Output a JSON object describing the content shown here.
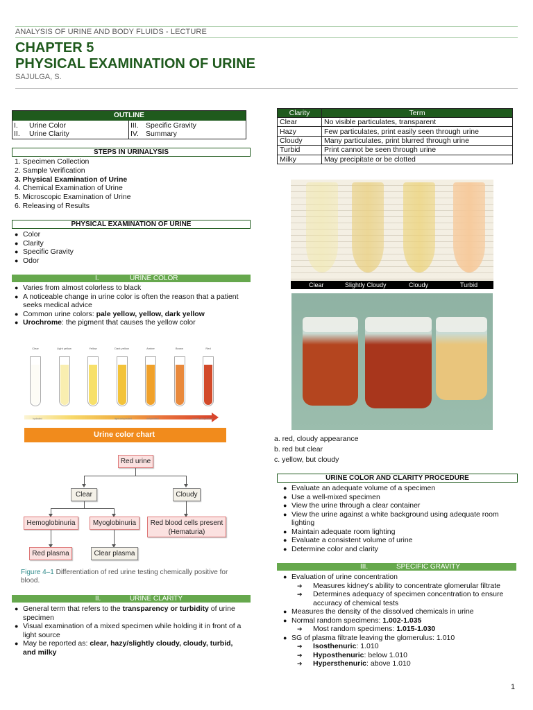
{
  "header": {
    "course": "ANALYSIS OF URINE AND BODY FLUIDS - LECTURE",
    "chapter": "CHAPTER 5",
    "title": "PHYSICAL EXAMINATION OF URINE",
    "author": "SAJULGA, S."
  },
  "outline": {
    "heading": "OUTLINE",
    "left": [
      {
        "num": "I.",
        "label": "Urine Color"
      },
      {
        "num": "II.",
        "label": "Urine Clarity"
      }
    ],
    "right": [
      {
        "num": "III.",
        "label": "Specific Gravity"
      },
      {
        "num": "IV.",
        "label": "Summary"
      }
    ]
  },
  "steps": {
    "heading": "STEPS IN URINALYSIS",
    "items": [
      "1. Specimen Collection",
      "2. Sample Verification",
      "3. Physical Examination of Urine",
      "4. Chemical Examination of Urine",
      "5. Microscopic Examination of Urine",
      "6. Releasing of Results"
    ]
  },
  "physical": {
    "heading": "PHYSICAL EXAMINATION OF URINE",
    "items": [
      "Color",
      "Clarity",
      "Specific Gravity",
      "Odor"
    ]
  },
  "urine_color": {
    "num": "I.",
    "heading": "URINE COLOR",
    "b1": "Varies from almost colorless to black",
    "b2": "A noticeable change in urine color is often the reason that a patient seeks medical advice",
    "b3_pre": "Common urine colors: ",
    "b3_bold": "pale yellow, yellow, dark yellow",
    "b4_bold": "Urochrome",
    "b4_post": ": the pigment that causes the yellow color"
  },
  "color_chart": {
    "banner": "Urine color chart",
    "tubes": [
      {
        "label": "Clear",
        "color": "#fdfcf6"
      },
      {
        "label": "Light yellow",
        "color": "#f9eeb0"
      },
      {
        "label": "Yellow",
        "color": "#f7e06a"
      },
      {
        "label": "Dark yellow",
        "color": "#f3c33a"
      },
      {
        "label": "Amber",
        "color": "#f0a12a"
      },
      {
        "label": "Brown",
        "color": "#e9893b"
      },
      {
        "label": "Red",
        "color": "#d24a2a"
      }
    ],
    "gradient_labels": [
      "hydrated",
      "light dehydrated",
      "dehydrated",
      "severe dehydration"
    ]
  },
  "flowchart": {
    "red_urine": "Red urine",
    "clear": "Clear",
    "cloudy": "Cloudy",
    "hemoglobinuria": "Hemoglobinuria",
    "myoglobinuria": "Myoglobinuria",
    "rbc_present": "Red blood cells present",
    "hematuria": "(Hematuria)",
    "red_plasma": "Red plasma",
    "clear_plasma": "Clear plasma",
    "fig_label": "Figure 4–1",
    "fig_caption": "Differentiation of red urine testing chemically positive for blood."
  },
  "urine_clarity": {
    "num": "II.",
    "heading": "URINE CLARITY",
    "b1_pre": "General term that refers to the ",
    "b1_bold": "transparency or turbidity",
    "b1_post": " of urine specimen",
    "b2": "Visual examination of a mixed specimen while holding it in front of a light source",
    "b3_pre": "May be reported as: ",
    "b3_bold": "clear, hazy/slightly cloudy, cloudy, turbid, and milky"
  },
  "clarity_table": {
    "headers": [
      "Clarity",
      "Term"
    ],
    "rows": [
      [
        "Clear",
        "No visible particulates, transparent"
      ],
      [
        "Hazy",
        "Few particulates, print easily seen through urine"
      ],
      [
        "Cloudy",
        "Many particulates, print blurred through urine"
      ],
      [
        "Turbid",
        "Print cannot be seen through urine"
      ],
      [
        "Milky",
        "May precipitate or be clotted"
      ]
    ]
  },
  "clarity_photo": {
    "labels": [
      "Clear",
      "Slightly Cloudy",
      "Cloudy",
      "Turbid"
    ],
    "tube_colors": [
      "#f2e7a6",
      "#e9cf7e",
      "#ecd277",
      "#f6c99a"
    ]
  },
  "cups_photo": {
    "cup_colors": [
      "#b4451f",
      "#a8361c",
      "#e9c57c"
    ]
  },
  "abc_list": [
    "a. red, cloudy appearance",
    "b. red but clear",
    "c. yellow, but cloudy"
  ],
  "procedure": {
    "heading": "URINE COLOR AND CLARITY PROCEDURE",
    "items": [
      "Evaluate an adequate volume of a specimen",
      "Use a well-mixed specimen",
      "View the urine through a clear container",
      "View the urine against a white background using adequate room lighting",
      "Maintain adequate room lighting",
      "Evaluate a consistent volume of urine",
      "Determine color and clarity"
    ]
  },
  "specific_gravity": {
    "num": "III.",
    "heading": "SPECIFIC GRAVITY",
    "b1": "Evaluation of urine concentration",
    "b1a": "Measures kidney’s ability to concentrate glomerular filtrate",
    "b1b": "Determines adequacy of specimen concentration to ensure accuracy of chemical tests",
    "b2": "Measures the density of the dissolved chemicals in urine",
    "b3_pre": "Normal random specimens: ",
    "b3_bold": "1.002-1.035",
    "b3a_pre": "Most random specimens: ",
    "b3a_bold": "1.015-1.030",
    "b4": "SG of plasma filtrate leaving the glomerulus: 1.010",
    "iso_bold": "Isosthenuric",
    "iso_post": ": 1.010",
    "hypo_bold": "Hyposthenuric",
    "hypo_post": ": below 1.010",
    "hyper_bold": "Hypersthenuric",
    "hyper_post": ": above 1.010"
  },
  "page_number": "1"
}
